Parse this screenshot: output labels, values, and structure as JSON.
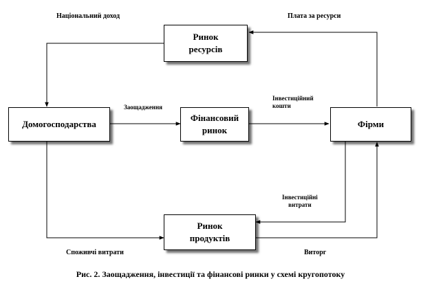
{
  "nodes": {
    "resources_market": "Ринок\nресурсів",
    "households": "Домогосподарства",
    "financial_market": "Фінансовий\nринок",
    "firms": "Фірми",
    "products_market": "Ринок\nпродуктів"
  },
  "flows": {
    "national_income": "Національний доход",
    "resource_payment": "Плата за ресурси",
    "savings": "Заощадження",
    "investment_capital": "Інвестиційний\nкошти",
    "investment_spending": "Інвестиційні\nвитрати",
    "consumer_spending": "Споживчі витрати",
    "revenue": "Виторг"
  },
  "caption": "Рис. 2.  Заощадження, інвестиції та фінансові ринки у схемі кругопотоку"
}
